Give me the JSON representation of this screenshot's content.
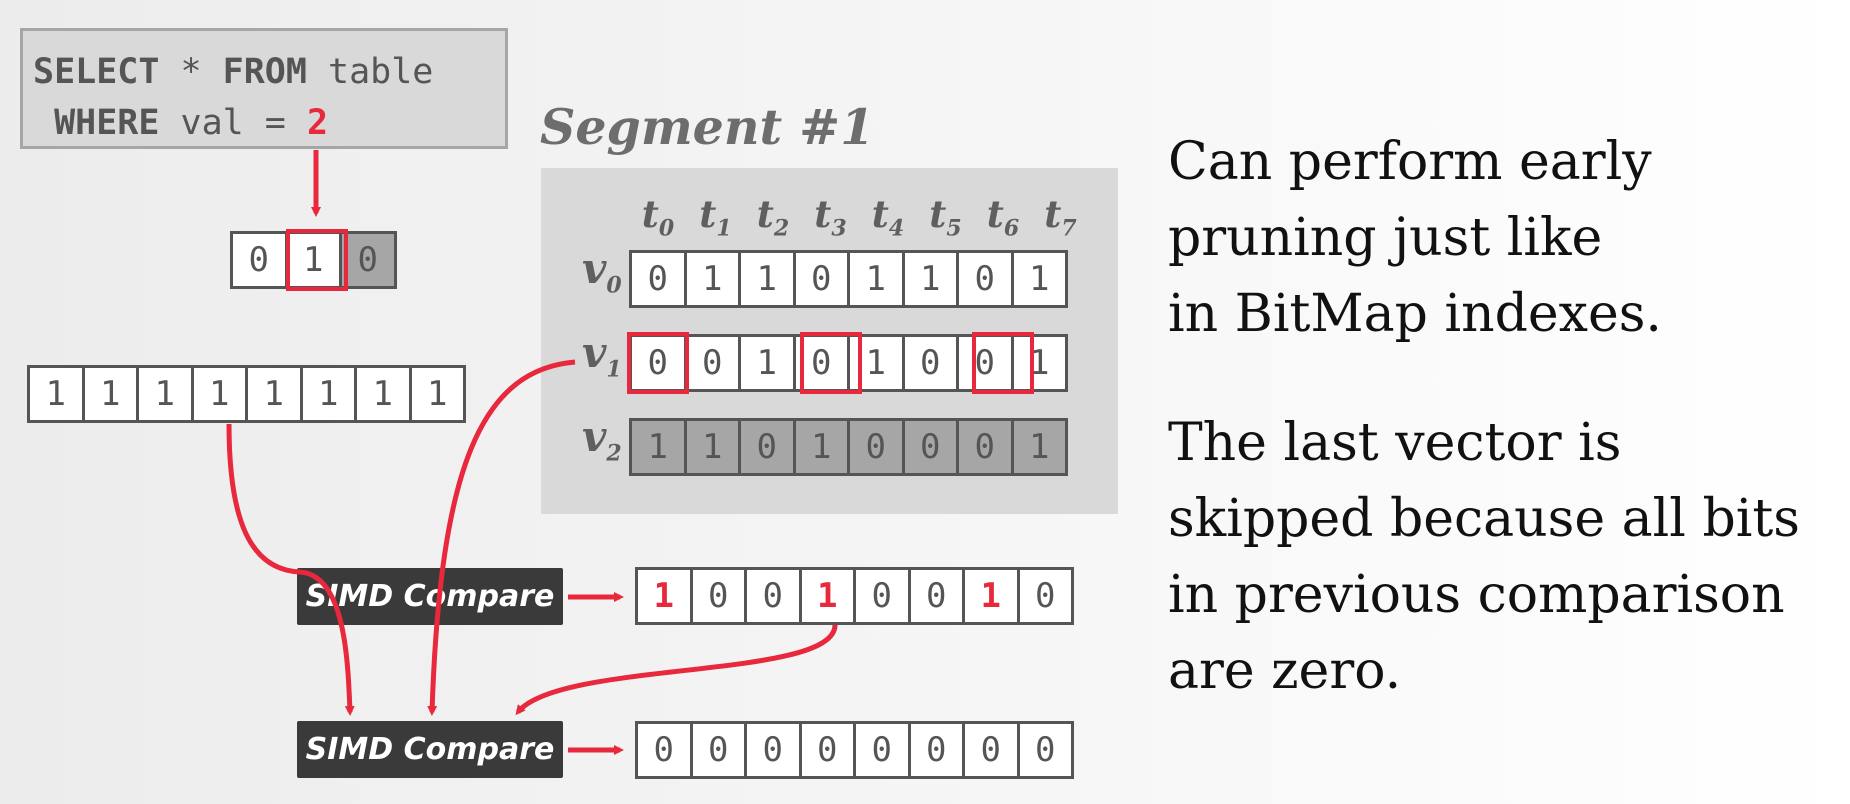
{
  "query": {
    "select_kw": "SELECT",
    "star": " * ",
    "from_kw": "FROM",
    "table": " table",
    "where_kw": " WHERE",
    "cond": " val = ",
    "value": "2"
  },
  "dictionary": [
    "0",
    "1",
    "0"
  ],
  "segment": {
    "title": "Segment #1",
    "t_labels": [
      "t",
      "t",
      "t",
      "t",
      "t",
      "t",
      "t",
      "t"
    ],
    "t_subs": [
      "0",
      "1",
      "2",
      "3",
      "4",
      "5",
      "6",
      "7"
    ],
    "vectors": [
      {
        "label": "v",
        "sub": "0",
        "bits": [
          "0",
          "1",
          "1",
          "0",
          "1",
          "1",
          "0",
          "1"
        ]
      },
      {
        "label": "v",
        "sub": "1",
        "bits": [
          "0",
          "0",
          "1",
          "0",
          "1",
          "0",
          "0",
          "1"
        ]
      },
      {
        "label": "v",
        "sub": "2",
        "bits": [
          "1",
          "1",
          "0",
          "1",
          "0",
          "0",
          "0",
          "1"
        ]
      }
    ]
  },
  "initial_mask": [
    "1",
    "1",
    "1",
    "1",
    "1",
    "1",
    "1",
    "1"
  ],
  "compare1": {
    "label": "SIMD Compare",
    "result": [
      "1",
      "0",
      "0",
      "1",
      "0",
      "0",
      "1",
      "0"
    ]
  },
  "compare2": {
    "label": "SIMD Compare",
    "result": [
      "0",
      "0",
      "0",
      "0",
      "0",
      "0",
      "0",
      "0"
    ]
  },
  "notes": [
    "Can perform early pruning just like in BitMap indexes.",
    "The last vector is skipped because all bits in previous comparison are zero."
  ],
  "colors": {
    "accent": "#e8283c",
    "dark": "#3a3a3a",
    "gray": "#a6a6a6",
    "panel": "#d9d9d9"
  }
}
